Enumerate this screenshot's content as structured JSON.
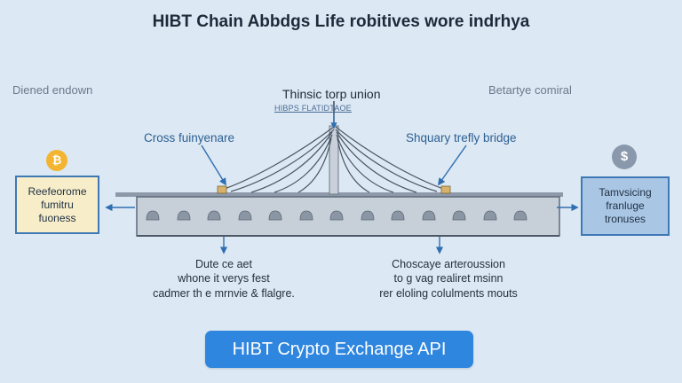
{
  "title": "HIBT Chain Abbdgs Life robitives wore indrhya",
  "corner_left": "Diened endown",
  "corner_right": "Betartye comiral",
  "tower_label": "Thinsic torp union",
  "tower_sublabel": "HIBPS FLATIDTAOE",
  "left_label": "Cross fuinyenare",
  "right_label": "Shquary trefly bridge",
  "left_box": "Reefeorome\nfumitru\nfuoness",
  "right_box": "Tamvsicing\nfranluge\ntronuses",
  "left_coin_icon": "bitcoin-coin-icon",
  "right_coin_icon": "dollar-coin-icon",
  "caption_left": "Dute ce aet\nwhone it verys fest\ncadmer th e mrnvie & flalgre.",
  "caption_right": "Choscaye arteroussion\nto g vag realiret msinn\nrer eloling colulments mouts",
  "api_button": "HIBT Crypto Exchange API",
  "colors": {
    "background": "#dce8f3",
    "accent_blue": "#2f86df",
    "box_border": "#3f79b5",
    "left_box_fill": "#f7edc9",
    "right_box_fill": "#a9c6e5",
    "bridge_deck": "#c7cfd9"
  }
}
